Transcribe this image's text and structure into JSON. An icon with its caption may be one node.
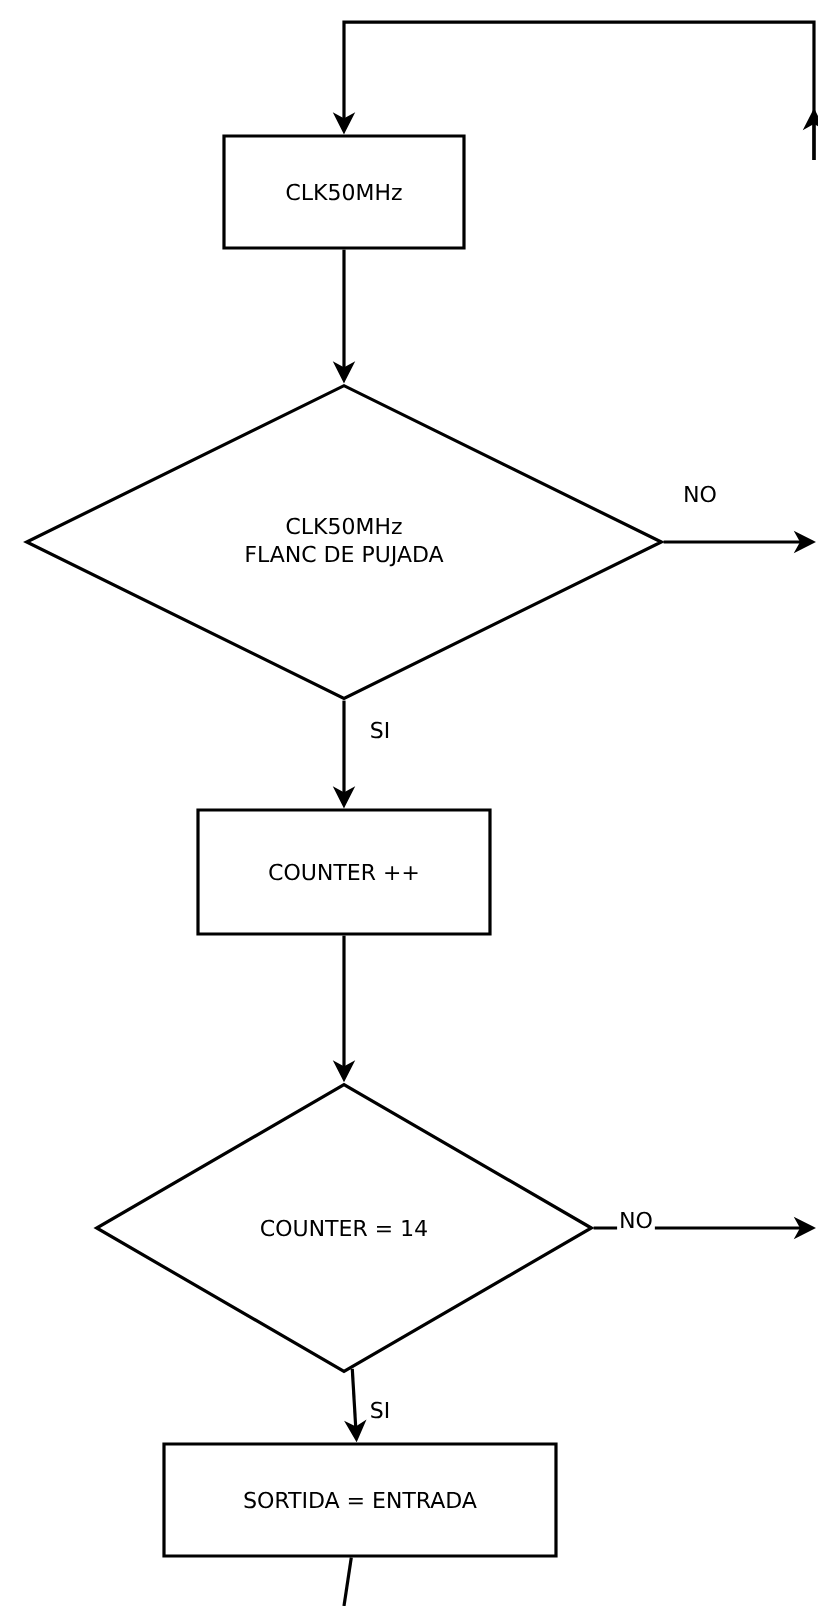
{
  "diagram": {
    "nodes": [
      {
        "text": [
          "CLK50MHz"
        ]
      },
      {
        "text": [
          "CLK50MHz",
          "FLANC DE PUJADA"
        ]
      },
      {
        "text": [
          "COUNTER ++"
        ]
      },
      {
        "text": [
          "COUNTER = 14"
        ]
      },
      {
        "text": [
          "SORTIDA = ENTRADA"
        ]
      }
    ],
    "edges": [
      {
        "from": null,
        "to": 0,
        "arrow": "to"
      },
      {
        "from": 0,
        "to": 1,
        "arrow": "to"
      },
      {
        "from": 1,
        "to": null,
        "arrow": "to",
        "label": "NO"
      },
      {
        "from": 1,
        "to": 2,
        "arrow": "to",
        "label": "SI"
      },
      {
        "from": 2,
        "to": 3,
        "arrow": "to"
      },
      {
        "from": 3,
        "to": null,
        "arrow": "to",
        "label": "NO"
      },
      {
        "from": 3,
        "to": 4,
        "arrow": "to",
        "label": "SI"
      },
      {
        "from": 4,
        "to": null,
        "arrow": "none"
      }
    ]
  }
}
